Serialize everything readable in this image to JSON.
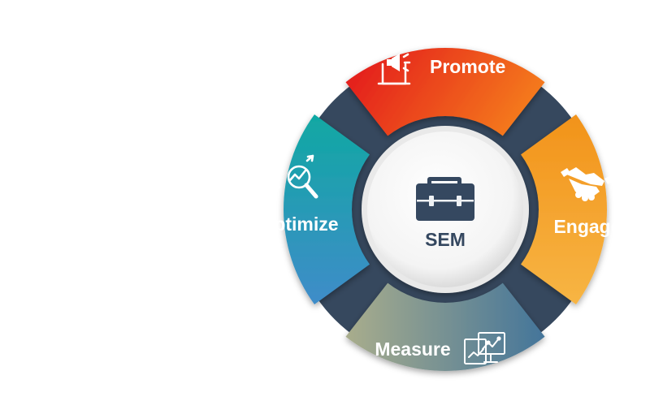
{
  "center": {
    "label": "SEM",
    "icon": "briefcase-icon"
  },
  "segments": [
    {
      "key": "promote",
      "label": "Promote",
      "icon": "megaphone-laptop-icon",
      "colors": [
        "#e51e24",
        "#f26a1b"
      ]
    },
    {
      "key": "engage",
      "label": "Engage",
      "icon": "handshake-icon",
      "colors": [
        "#f29a17",
        "#f6b23f"
      ]
    },
    {
      "key": "measure",
      "label": "Measure",
      "icon": "analytics-monitor-icon",
      "colors": [
        "#a5ae8e",
        "#4e7896"
      ]
    },
    {
      "key": "optimize",
      "label": "Optimize",
      "icon": "magnifier-chart-icon",
      "colors": [
        "#12a5a6",
        "#3c8fc7"
      ]
    }
  ],
  "colors": {
    "ring": "#36485e",
    "center_fill": "#ffffff",
    "center_text": "#354860"
  }
}
